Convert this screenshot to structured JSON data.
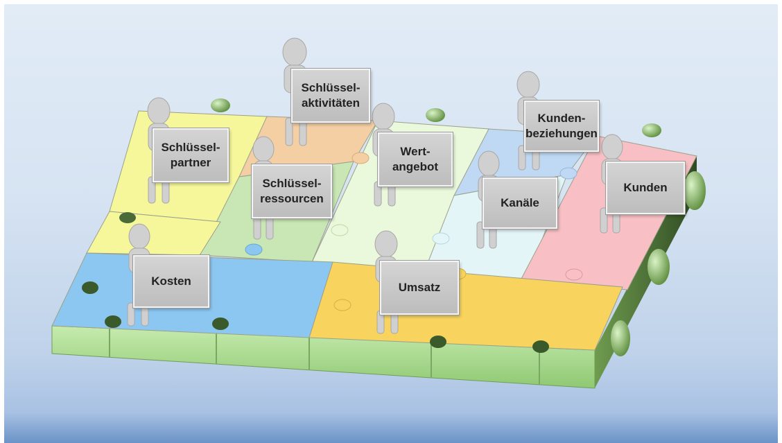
{
  "colors": {
    "schluesselpartner": "#f6f79a",
    "schluesselaktivitaeten": "#f5cfa4",
    "schluesselressourcen": "#c9e7b4",
    "wertangebot": "#eaf8dc",
    "kundenbeziehungen": "#bfd8f3",
    "kanaele": "#e3f5f7",
    "kunden": "#f8c0c4",
    "kosten": "#8cc7f2",
    "umsatz": "#f8d45e",
    "edge": "#a9d98c"
  },
  "blocks": [
    {
      "id": "schluesselpartner",
      "label": "Schlüssel-\npartner"
    },
    {
      "id": "schluesselaktivitaeten",
      "label": "Schlüssel-\naktivitäten"
    },
    {
      "id": "schluesselressourcen",
      "label": "Schlüssel-\nressourcen"
    },
    {
      "id": "wertangebot",
      "label": "Wert-\nangebot"
    },
    {
      "id": "kundenbeziehungen",
      "label": "Kunden-\nbeziehungen"
    },
    {
      "id": "kanaele",
      "label": "Kanäle"
    },
    {
      "id": "kunden",
      "label": "Kunden"
    },
    {
      "id": "kosten",
      "label": "Kosten"
    },
    {
      "id": "umsatz",
      "label": "Umsatz"
    }
  ]
}
